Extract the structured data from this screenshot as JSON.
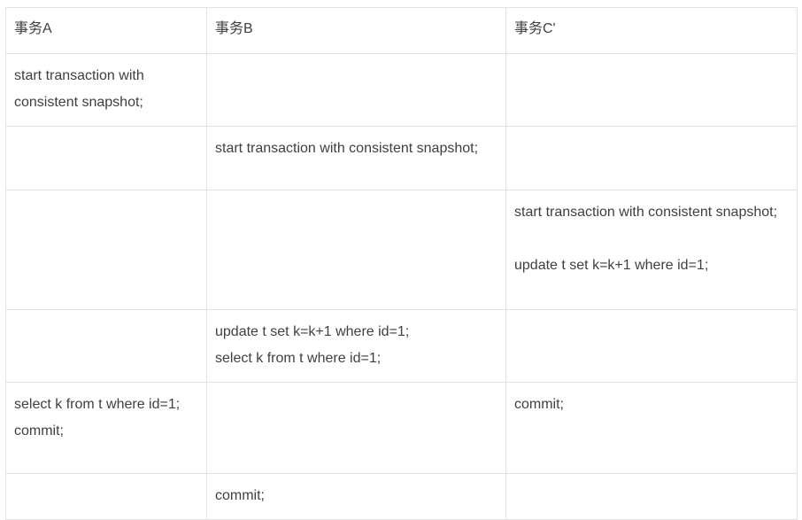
{
  "table": {
    "headers": [
      {
        "label": "事务A",
        "name": "column-header-transaction-a"
      },
      {
        "label": "事务B",
        "name": "column-header-transaction-b"
      },
      {
        "label": "事务C'",
        "name": "column-header-transaction-c-prime"
      }
    ],
    "rows": [
      {
        "a": "start transaction with consistent snapshot;",
        "b": "",
        "c": ""
      },
      {
        "a": "",
        "b": "start transaction with consistent snapshot;",
        "c": ""
      },
      {
        "a": "",
        "b": "",
        "c": "start transaction with consistent snapshot;\n\nupdate t set k=k+1 where id=1;"
      },
      {
        "a": "",
        "b": "update t set k=k+1 where id=1;\nselect k from t where id=1;",
        "c": ""
      },
      {
        "a": "select k from t where id=1;\ncommit;",
        "b": "",
        "c": "commit;"
      },
      {
        "a": "",
        "b": "commit;",
        "c": ""
      }
    ]
  },
  "style": {
    "border_color": "#e2e2e2",
    "text_color": "#3f3f3f",
    "background": "#ffffff"
  }
}
